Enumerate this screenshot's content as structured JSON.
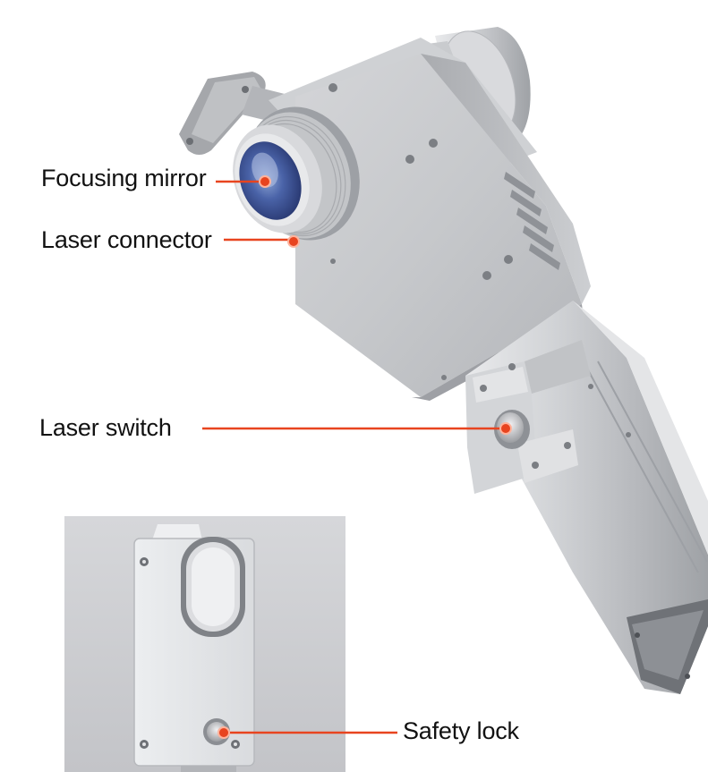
{
  "labels": {
    "focusing_mirror": "Focusing mirror",
    "laser_connector": "Laser connector",
    "laser_switch": "Laser switch",
    "safety_lock": "Safety lock"
  },
  "colors": {
    "callout": "#e8441f",
    "metal_light": "#dcdde0",
    "metal_mid": "#b9bbbf",
    "metal_dark": "#8d9096",
    "lens_blue": "#3a4f9a",
    "inset_background": "#cfd0d4",
    "label_text": "#111111"
  }
}
